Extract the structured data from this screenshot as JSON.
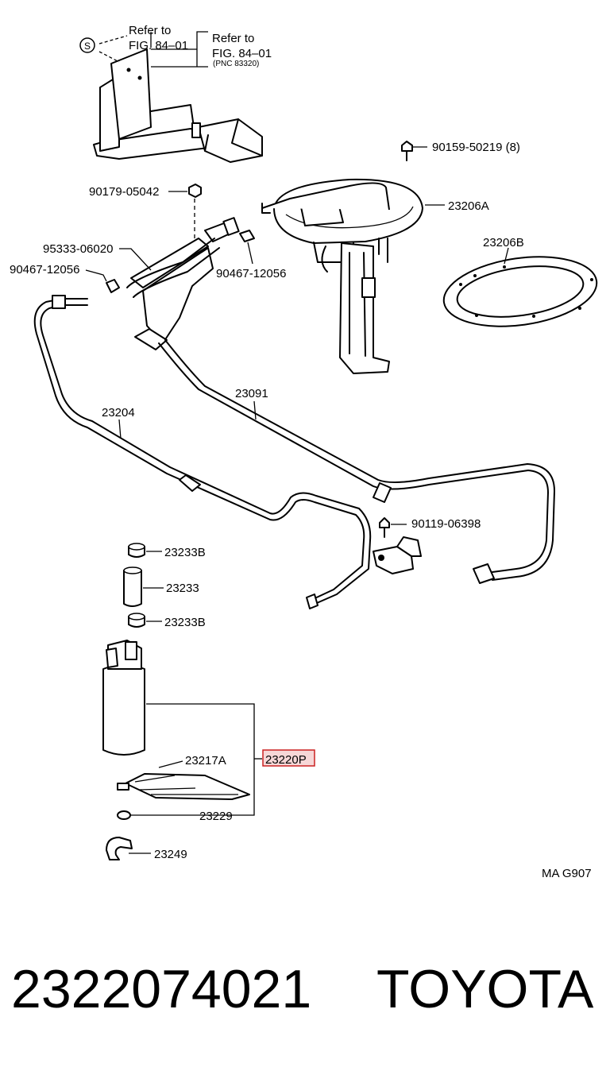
{
  "diagram": {
    "labels": {
      "refer_1": [
        "Refer to",
        "FIG. 84–01"
      ],
      "refer_2": [
        "Refer to",
        "FIG. 84–01"
      ],
      "refer_2_pnc": "(PNC 83320)",
      "s_mark": "S",
      "p_90159": "90159-50219 (8)",
      "p_23206A": "23206A",
      "p_90179": "90179-05042",
      "p_23206B": "23206B",
      "p_95333": "95333-06020",
      "p_90467_left": "90467-12056",
      "p_90467_right": "90467-12056",
      "p_23091": "23091",
      "p_23204": "23204",
      "p_90119": "90119-06398",
      "p_23233B_top": "23233B",
      "p_23233": "23233",
      "p_23233B_bottom": "23233B",
      "p_23217A": "23217A",
      "p_23220P": "23220P",
      "p_23229": "23229",
      "p_23249": "23249",
      "code": "MA G907"
    },
    "highlight_color": "#cc2222",
    "highlight_fill": "#f6d7d7"
  },
  "footer": {
    "part_number": "2322074021",
    "brand": "TOYOTA"
  }
}
